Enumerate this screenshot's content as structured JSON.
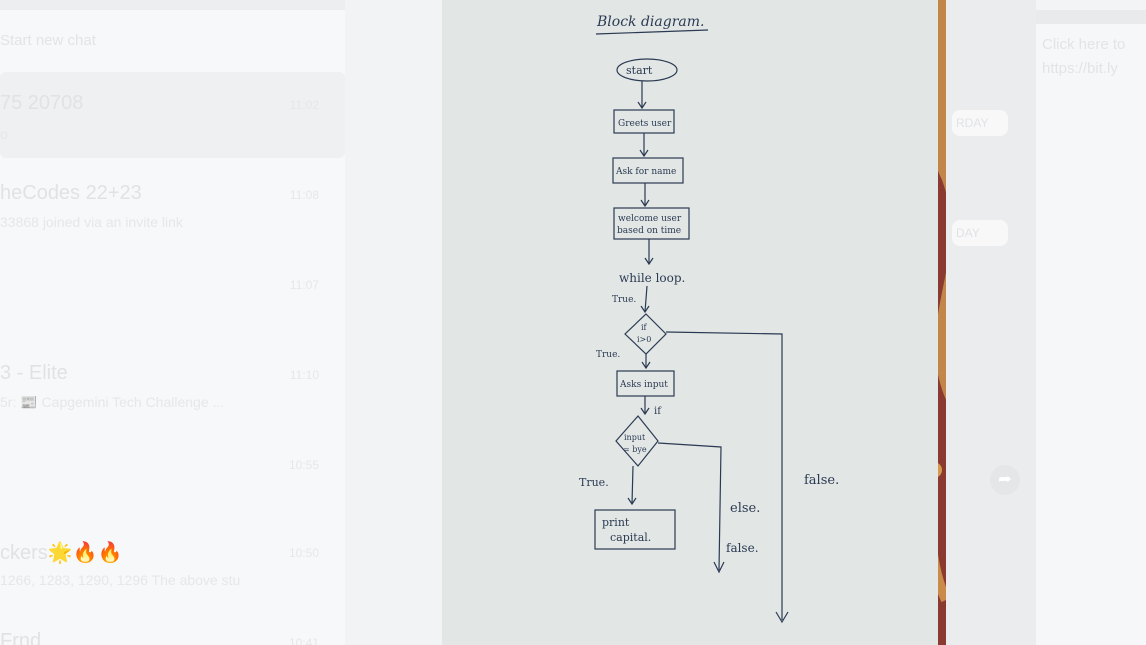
{
  "chat_list": {
    "new_chat_label": "Start new chat",
    "chats": [
      {
        "name": "75 20708",
        "time": "11:02",
        "preview": "o"
      },
      {
        "name": "heCodes 22+23",
        "time": "11:08",
        "preview": "33868 joined via an invite link"
      },
      {
        "name": "",
        "time": "11:07",
        "preview": ""
      },
      {
        "name": "3 - Elite",
        "time": "11:10",
        "preview": "5r: 📰 Capgemini Tech Challenge ..."
      },
      {
        "name": "",
        "time": "10:55",
        "preview": ""
      },
      {
        "name": "ckers🌟🔥🔥",
        "time": "10:50",
        "preview": "1266, 1283, 1290, 1296 The above stu"
      },
      {
        "name": "Frnd",
        "time": "10:41",
        "preview": ""
      }
    ]
  },
  "right_pane": {
    "info_line1": "Click here to",
    "info_line2": "https://bit.ly",
    "date_pills": [
      "RDAY",
      "DAY"
    ],
    "share_icon": "forward-icon"
  },
  "photo": {
    "title": "Block diagram.",
    "start": "start",
    "greets": "Greets user",
    "ask_name": "Ask for name",
    "welcome1": "welcome user",
    "welcome2": "based on time",
    "while_loop": "while loop.",
    "true1": "True.",
    "cond1a": "if",
    "cond1b": "i>0",
    "true2": "True.",
    "asks_input": "Asks input",
    "if_label": "if",
    "cond2a": "input",
    "cond2b": "= bye",
    "true3": "True.",
    "print1": "print",
    "print2": "capital.",
    "else_label": "else.",
    "false_inner": "false.",
    "false_outer": "false."
  }
}
